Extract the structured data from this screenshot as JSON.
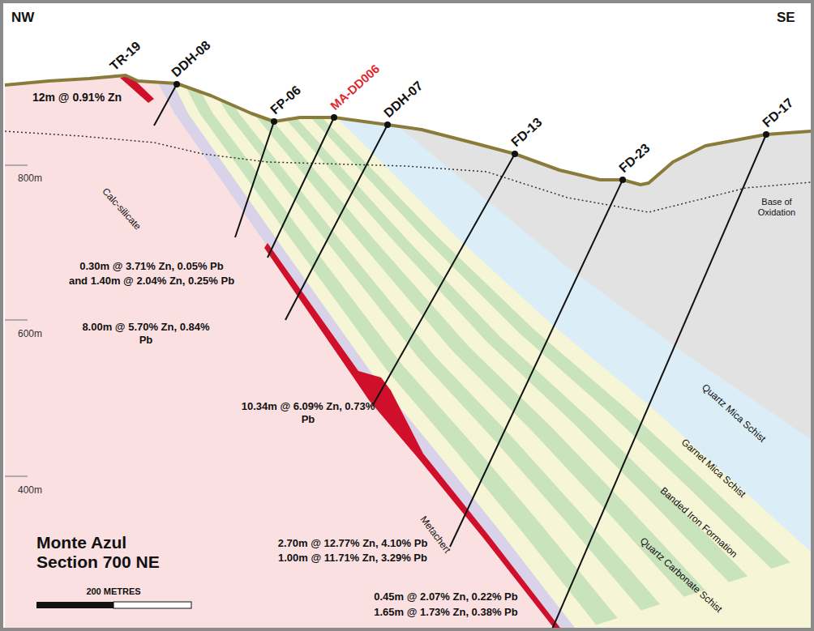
{
  "diagram": {
    "title": "Monte Azul Section 700 NE",
    "labels": [
      "NW",
      "SE",
      "TR-19",
      "DDH-08",
      "FP-06",
      "MA-DD006",
      "DDH-07",
      "FD-13",
      "FD-23",
      "FD-17",
      "12m @ 0.91% Zn",
      "Calc-silicate",
      "Base of Oxidation",
      "800m",
      "600m",
      "400m",
      "0.30m @ 3.71% Zn, 0.05% Pb",
      "and 1.40m @ 2.04% Zn, 0.25% Pb",
      "8.00m @ 5.70% Zn, 0.84% Pb",
      "10.34m @ 6.09% Zn, 0.73% Pb",
      "Quartz Mica Schist",
      "Garnet Mica Schist",
      "Banded Iron Formation",
      "Quartz Carbonate Schist",
      "Metachert",
      "2.70m @ 12.77% Zn, 4.10% Pb",
      "1.00m @ 11.71% Zn, 3.29% Pb",
      "0.45m @ 2.07% Zn, 0.22% Pb",
      "1.65m @ 1.73% Zn, 0.38% Pb",
      "200 METRES"
    ]
  }
}
